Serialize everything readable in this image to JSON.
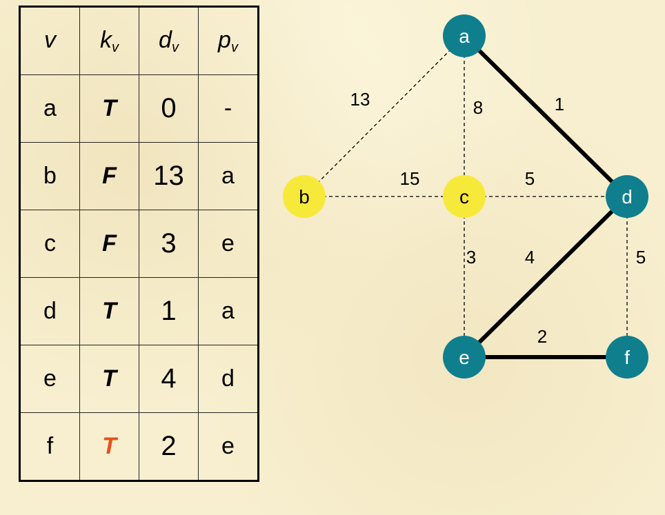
{
  "table": {
    "headers": [
      {
        "main": "v",
        "sub": ""
      },
      {
        "main": "k",
        "sub": "v"
      },
      {
        "main": "d",
        "sub": "v"
      },
      {
        "main": "p",
        "sub": "v"
      }
    ],
    "rows": [
      {
        "v": "a",
        "k": "T",
        "d": "0",
        "p": "-",
        "k_color": "#000000"
      },
      {
        "v": "b",
        "k": "F",
        "d": "13",
        "p": "a",
        "k_color": "#000000"
      },
      {
        "v": "c",
        "k": "F",
        "d": "3",
        "p": "e",
        "k_color": "#000000"
      },
      {
        "v": "d",
        "k": "T",
        "d": "1",
        "p": "a",
        "k_color": "#000000"
      },
      {
        "v": "e",
        "k": "T",
        "d": "4",
        "p": "d",
        "k_color": "#000000"
      },
      {
        "v": "f",
        "k": "T",
        "d": "2",
        "p": "e",
        "k_color": "#e8501c"
      }
    ]
  },
  "graph": {
    "colors": {
      "teal": "#0f7f8e",
      "yellow": "#f7e93a",
      "edge": "#000000"
    },
    "nodes": [
      {
        "id": "a",
        "label": "a",
        "color": "teal"
      },
      {
        "id": "b",
        "label": "b",
        "color": "yellow"
      },
      {
        "id": "c",
        "label": "c",
        "color": "yellow"
      },
      {
        "id": "d",
        "label": "d",
        "color": "teal"
      },
      {
        "id": "e",
        "label": "e",
        "color": "teal"
      },
      {
        "id": "f",
        "label": "f",
        "color": "teal"
      }
    ],
    "edges": [
      {
        "from": "a",
        "to": "b",
        "weight": "13",
        "style": "dashed"
      },
      {
        "from": "a",
        "to": "c",
        "weight": "8",
        "style": "dashed"
      },
      {
        "from": "a",
        "to": "d",
        "weight": "1",
        "style": "bold"
      },
      {
        "from": "b",
        "to": "c",
        "weight": "15",
        "style": "dashed"
      },
      {
        "from": "c",
        "to": "d",
        "weight": "5",
        "style": "dashed"
      },
      {
        "from": "c",
        "to": "e",
        "weight": "3",
        "style": "dashed"
      },
      {
        "from": "d",
        "to": "e",
        "weight": "4",
        "style": "bold"
      },
      {
        "from": "d",
        "to": "f",
        "weight": "5",
        "style": "dashed"
      },
      {
        "from": "e",
        "to": "f",
        "weight": "2",
        "style": "bold"
      }
    ]
  }
}
